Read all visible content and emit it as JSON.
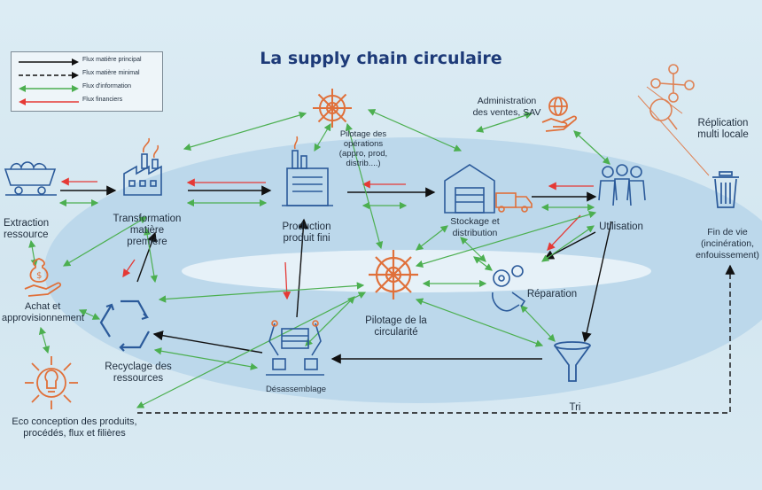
{
  "title": "La supply chain circulaire",
  "legend": [
    {
      "label": "Flux matière principal",
      "color": "#111111",
      "dashed": false
    },
    {
      "label": "Flux matière minimal",
      "color": "#111111",
      "dashed": true
    },
    {
      "label": "Flux d'information",
      "color": "#4caf50",
      "dashed": false
    },
    {
      "label": "Flux financiers",
      "color": "#e53935",
      "dashed": false
    }
  ],
  "nodes": {
    "extraction": {
      "label_1": "Extraction",
      "label_2": "ressource",
      "icon": "mine-cart-icon"
    },
    "transformation": {
      "label_1": "Transformation",
      "label_2": "matière",
      "label_3": "première",
      "icon": "factory-icon"
    },
    "production": {
      "label_1": "Production",
      "label_2": "produit fini",
      "icon": "building-icon"
    },
    "pilotage_ops": {
      "label_1": "Pilotage des",
      "label_2": "opérations",
      "label_3": "(appro, prod,",
      "label_4": "distrib....)",
      "icon": "helm-icon"
    },
    "admin_ventes": {
      "label_1": "Administration",
      "label_2": "des ventes, SAV",
      "icon": "hand-globe-icon"
    },
    "replication": {
      "label_1": "Réplication",
      "label_2": "multi locale",
      "icon": "magnifier-network-icon"
    },
    "stockage": {
      "label_1": "Stockage et",
      "label_2": "distribution",
      "icon": "warehouse-icon"
    },
    "utilisation": {
      "label": "Utilisation",
      "icon": "people-icon"
    },
    "fin_de_vie": {
      "label_1": "Fin de vie",
      "label_2": "(incinération,",
      "label_3": "enfouissement)",
      "icon": "trash-icon"
    },
    "achat": {
      "label_1": "Achat et",
      "label_2": "approvisionnement",
      "icon": "money-hand-icon"
    },
    "pilotage_circ": {
      "label_1": "Pilotage de la",
      "label_2": "circularité",
      "icon": "helm-icon"
    },
    "reparation": {
      "label": "Réparation",
      "icon": "gears-hand-icon"
    },
    "recyclage": {
      "label_1": "Recyclage des",
      "label_2": "ressources",
      "icon": "recycle-icon"
    },
    "desassemblage": {
      "label": "Désassemblage",
      "icon": "robot-arms-icon"
    },
    "tri": {
      "label": "Tri",
      "icon": "funnel-icon"
    },
    "eco": {
      "label_1": "Eco conception des produits,",
      "label_2": "procédés, flux et filières",
      "icon": "lightbulb-icon"
    }
  },
  "colors": {
    "accent_orange": "#e0703a",
    "icon_blue": "#2b5a9a",
    "info_green": "#4caf50",
    "finance_red": "#e53935",
    "material_black": "#111111",
    "title_navy": "#1d3a78",
    "ellipse_blue": "#b8d6ea"
  }
}
